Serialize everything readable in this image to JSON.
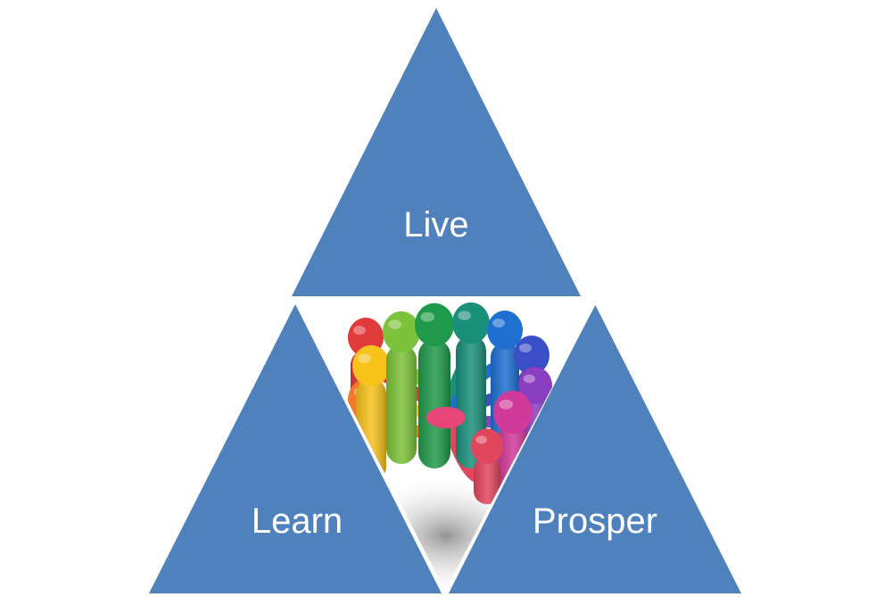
{
  "diagram": {
    "top": {
      "label": "Live"
    },
    "left": {
      "label": "Learn"
    },
    "right": {
      "label": "Prosper"
    },
    "center": {
      "image": "colorful-figures-circle-teamwork"
    }
  },
  "colors": {
    "triangle_fill": "#4F81BD",
    "label_text": "#FFFFFF",
    "background": "#FFFFFF"
  }
}
